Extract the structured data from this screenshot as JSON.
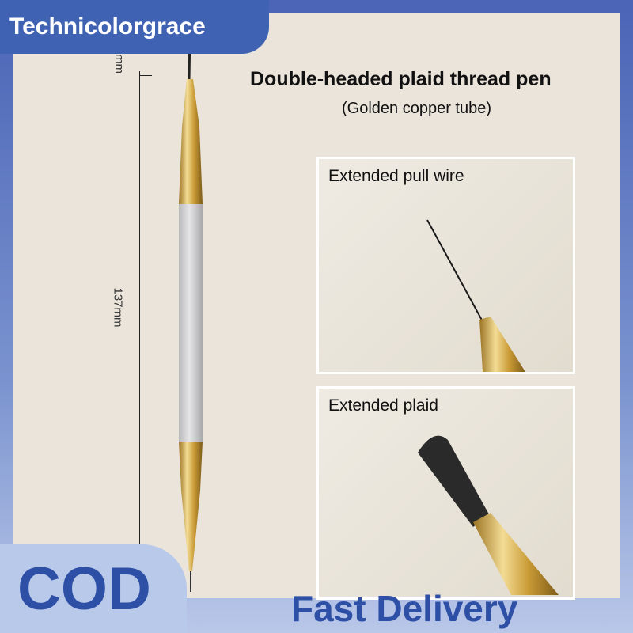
{
  "brand": {
    "name": "Technicolorgrace"
  },
  "product": {
    "title": "Double-headed plaid thread pen",
    "subtitle": "(Golden copper tube)",
    "length_label": "137mm",
    "top_dim_label": "mm"
  },
  "details": [
    {
      "label": "Extended pull wire"
    },
    {
      "label": "Extended plaid"
    }
  ],
  "badges": {
    "cod": "COD",
    "delivery": "Fast Delivery"
  },
  "colors": {
    "brand_blue": "#3f62b3",
    "panel_beige": "#eae4da",
    "gold": "#d4a93e",
    "text_blue": "#2d4fa6"
  }
}
